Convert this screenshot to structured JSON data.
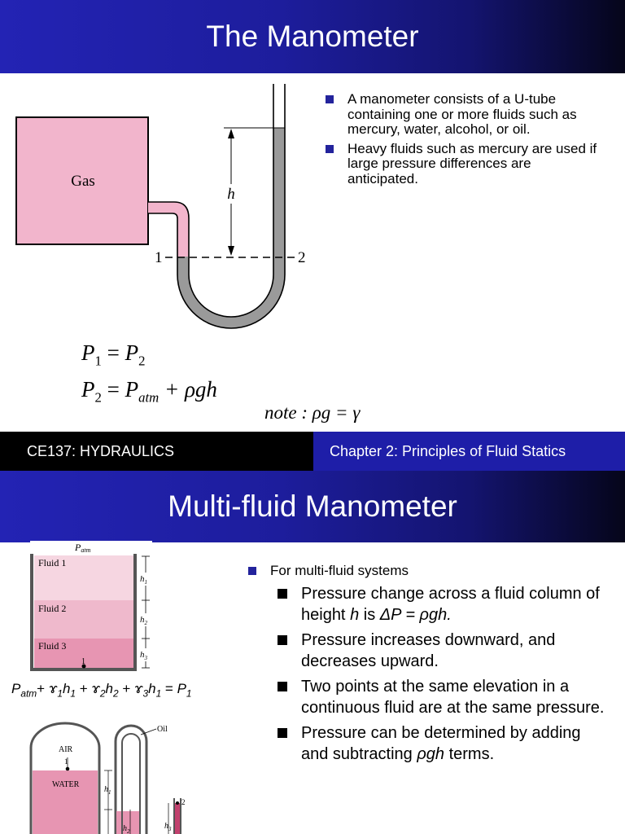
{
  "slide1": {
    "title": "The Manometer",
    "diagram": {
      "gas_label": "Gas",
      "h_label": "h",
      "point1_label": "1",
      "point2_label": "2",
      "colors": {
        "gas": "#f2b5cc",
        "mercury": "#9a9a9a"
      }
    },
    "bullets": [
      "A manometer consists of a U-tube containing one or more fluids such as mercury, water, alcohol, or oil.",
      "Heavy fluids such as mercury are used if large pressure differences are anticipated."
    ],
    "equations": {
      "eq1_p": "P",
      "eq1_s1": "1",
      "eq1_eq": " = ",
      "eq1_p2": "P",
      "eq1_s2": "2",
      "eq2_p": "P",
      "eq2_s": "2",
      "eq2_eq": " = ",
      "eq2_p2": "P",
      "eq2_atm": "atm",
      "eq2_rest": " + ρgh",
      "note": "note : ρg = γ"
    },
    "footer": {
      "course": "CE137:  HYDRAULICS",
      "chapter": "Chapter 2: Principles of Fluid Statics"
    }
  },
  "slide2": {
    "title": "Multi-fluid Manometer",
    "diagram1": {
      "patm_label": "P",
      "patm_sub": "atm",
      "fluid1": "Fluid 1",
      "fluid2": "Fluid 2",
      "fluid3": "Fluid 3",
      "h1": "h",
      "h1_sub": "1",
      "h2": "h",
      "h2_sub": "2",
      "h3": "h",
      "h3_sub": "3",
      "point": "1",
      "colors": {
        "fluid1": "#f6d6e1",
        "fluid2": "#efb9cc",
        "fluid3": "#e795b2"
      }
    },
    "equation": {
      "p": "P",
      "atm": "atm",
      "t1": "+ ",
      "g1": "ɤ",
      "s1": "1",
      "h1": "h",
      "hs1": "1",
      "t2": " + ",
      "g2": "ɤ",
      "s2": "2",
      "h2": "h",
      "hs2": "2",
      "t3": " + ",
      "g3": "ɤ",
      "s3": "3",
      "h3": "h",
      "hs3": "1",
      "t4": " = ",
      "p1": "P",
      "p1s": "1"
    },
    "diagram2": {
      "air_label": "AIR",
      "water_label": "WATER",
      "oil_label": "Oil",
      "point1": "1",
      "point2": "2",
      "h1": "h",
      "h1_sub": "1",
      "h2": "h",
      "h2_sub": "2",
      "h3": "h",
      "h3_sub": "3"
    },
    "bullets": {
      "level1": "For multi-fluid systems",
      "level2": [
        {
          "a": "Pressure change across a fluid column of height ",
          "b": "h",
          "c": " is ",
          "d": "ΔP = ρgh."
        },
        {
          "a": "Pressure increases downward, and decreases upward."
        },
        {
          "a": "Two points at the same elevation in a continuous fluid are at the same pressure."
        },
        {
          "a": "Pressure can be determined by adding and subtracting ",
          "b": "ρgh",
          "c": " terms."
        }
      ]
    }
  }
}
